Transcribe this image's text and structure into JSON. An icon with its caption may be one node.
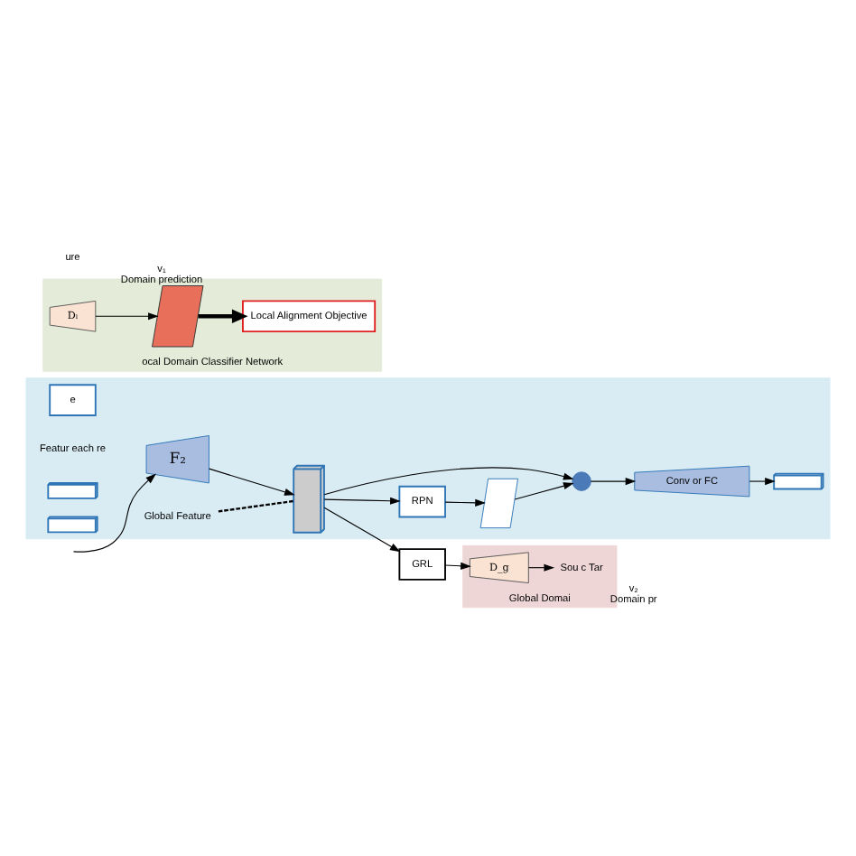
{
  "diagram": {
    "nodes": [
      {
        "text": [],
        "shape": "box"
      },
      {
        "text": [
          "e"
        ],
        "in": 0
      },
      {
        "text": [
          "F₂"
        ],
        "in": 0
      },
      {
        "text": [
          "RPN"
        ],
        "in": 0
      },
      {
        "text": [],
        "shape": "picture",
        "in": 0
      },
      {
        "text": [],
        "shape": "box",
        "in": 0
      },
      {
        "text": [
          "Global Feature"
        ],
        "in": 0
      },
      {
        "text": [],
        "shape": "circle",
        "in": 0
      },
      {
        "text": [
          "Conv or FC"
        ],
        "in": 0
      },
      {
        "text": [
          "Featur each re"
        ],
        "in": 0
      },
      {
        "text": [],
        "shape": "box",
        "in": 0
      },
      {
        "text": [],
        "shape": "box",
        "in": 0
      },
      {
        "text": [],
        "shape": "box",
        "in": 0
      },
      {
        "text": [
          "ocal Domain Classifier Network"
        ]
      },
      {
        "text": [
          "Dₗ"
        ],
        "in": 13
      },
      {
        "text": [],
        "shape": "grid",
        "in": 13,
        "beside": [
          "v₁",
          "Domain prediction"
        ]
      },
      {
        "text": [
          "Local Alignment Objective"
        ],
        "in": 13
      },
      {
        "text": [
          "GRL"
        ]
      },
      {
        "text": [
          "Global Domai"
        ]
      },
      {
        "text": [
          "D_g"
        ],
        "in": 18
      },
      {
        "text": [
          "Sou c Tar"
        ],
        "in": 18,
        "beside": [
          "v₂",
          "Domain pr"
        ]
      }
    ],
    "edges": [
      {
        "from": null,
        "to": 2,
        "arrow": "to"
      },
      {
        "from": 2,
        "to": 5,
        "arrow": "to"
      },
      {
        "from": 5,
        "to": 3,
        "arrow": "to"
      },
      {
        "from": 3,
        "to": 4,
        "arrow": "to"
      },
      {
        "from": 4,
        "to": 7,
        "arrow": "to"
      },
      {
        "from": 5,
        "to": 7,
        "arrow": "to"
      },
      {
        "from": 7,
        "to": 8,
        "arrow": "to"
      },
      {
        "from": 8,
        "to": 11,
        "arrow": "to"
      },
      {
        "from": 6,
        "to": 5,
        "arrow": "none",
        "style": "dashed"
      },
      {
        "from": 5,
        "to": 17,
        "arrow": "to"
      },
      {
        "from": 17,
        "to": 19,
        "arrow": "to"
      },
      {
        "from": 19,
        "to": 20,
        "arrow": "to"
      },
      {
        "from": 14,
        "to": 15,
        "arrow": "to"
      },
      {
        "from": 15,
        "to": 16,
        "arrow": "to",
        "style": "thick"
      }
    ],
    "labels": [
      "ure"
    ]
  }
}
